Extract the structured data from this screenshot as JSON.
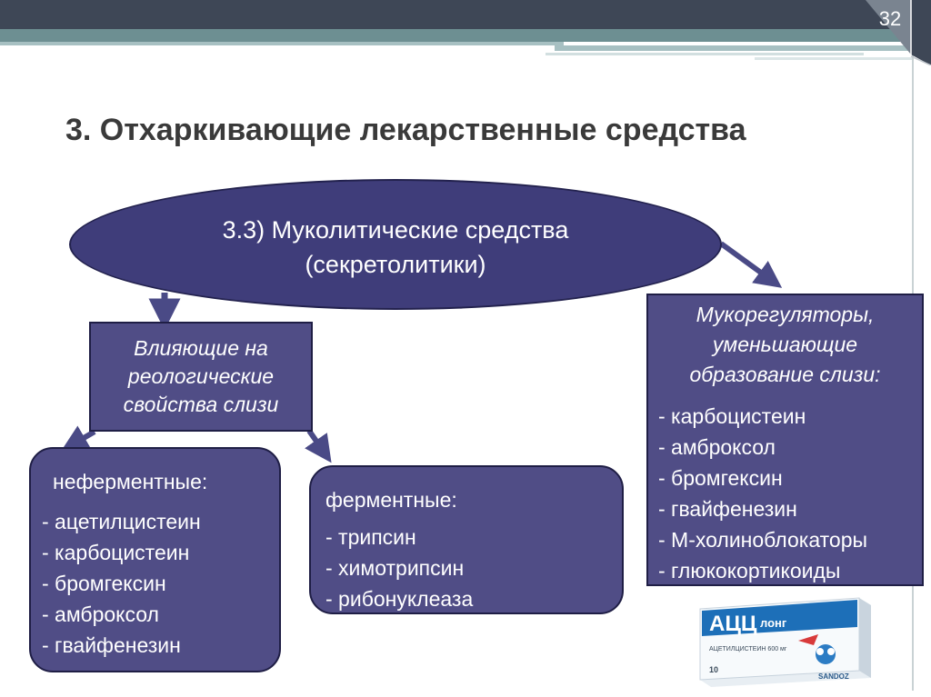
{
  "slide": {
    "page_number": "32",
    "title": "3. Отхаркивающие лекарственные средства"
  },
  "ellipse": {
    "line1": "3.3) Муколитические средства",
    "line2": "(секретолитики)"
  },
  "influence_box": {
    "line1": "Влияющие на",
    "line2": "реологические",
    "line3": "свойства слизи"
  },
  "nonenzymatic": {
    "heading": "неферментные:",
    "items": [
      "- ацетилцистеин",
      "- карбоцистеин",
      "- бромгексин",
      "- амброксол",
      "- гвайфенезин"
    ]
  },
  "enzymatic": {
    "heading": "ферментные:",
    "items": [
      "- трипсин",
      "- химотрипсин",
      "- рибонуклеаза"
    ]
  },
  "mucoregulators": {
    "line1": "Мукорегуляторы,",
    "line2": "уменьшающие",
    "line3": "образование слизи:",
    "items": [
      "- карбоцистеин",
      "- амброксол",
      "- бромгексин",
      "- гвайфенезин",
      "- М-холиноблокаторы",
      "- глюкокортикоиды"
    ]
  },
  "package": {
    "brand": "АЦЦ",
    "variant": "лонг",
    "ingredient": "АЦЕТИЛЦИСТЕИН 600 мг",
    "maker": "SANDOZ",
    "count": "10"
  },
  "colors": {
    "node_fill": "#504d86",
    "ellipse_fill": "#3f3d7a",
    "arrow": "#4a4a86"
  }
}
